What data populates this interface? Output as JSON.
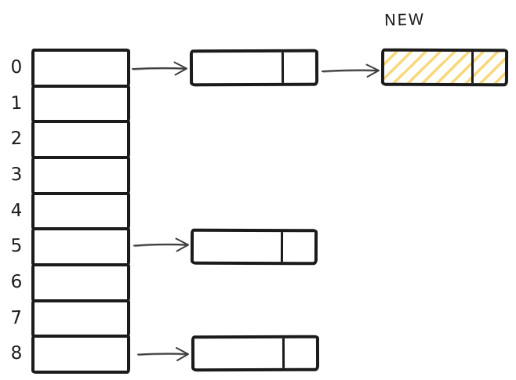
{
  "labels": {
    "new_node": "NEW"
  },
  "buckets": {
    "indices": [
      "0",
      "1",
      "2",
      "3",
      "4",
      "5",
      "6",
      "7",
      "8"
    ],
    "chained_indices": [
      "0",
      "5",
      "8"
    ]
  },
  "nodes": [
    {
      "id": "bucket0-node1",
      "chain_bucket": "0",
      "highlighted": false
    },
    {
      "id": "new-node",
      "chain_bucket": "0",
      "highlighted": true,
      "label": "NEW"
    },
    {
      "id": "bucket5-node1",
      "chain_bucket": "5",
      "highlighted": false
    },
    {
      "id": "bucket8-node1",
      "chain_bucket": "8",
      "highlighted": false
    }
  ],
  "colors": {
    "stroke": "#1b1b1b",
    "arrow": "#3d3d3d",
    "highlight": "#f8d87b",
    "canvas": "#ffffff"
  }
}
